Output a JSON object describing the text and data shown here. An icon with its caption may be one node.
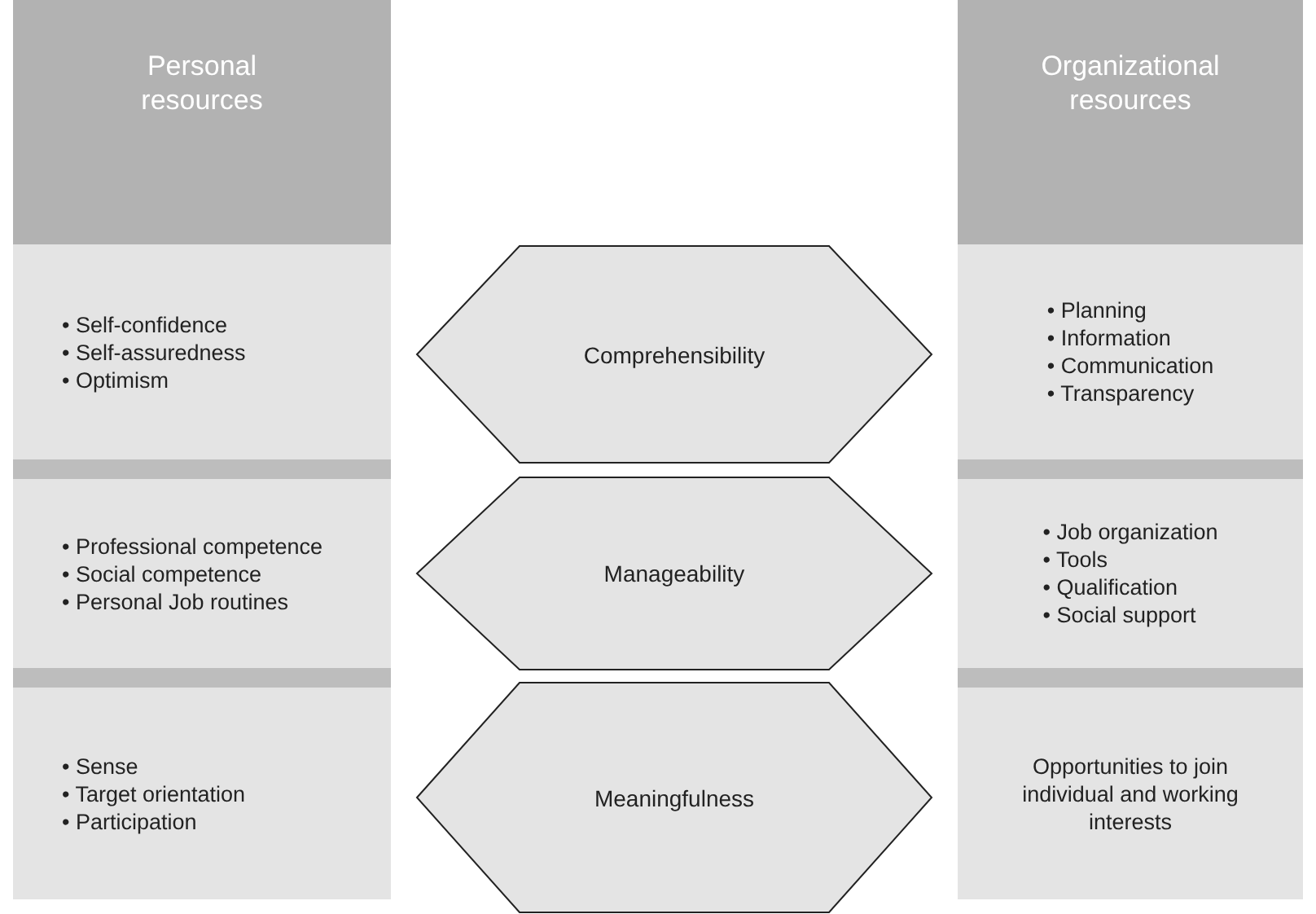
{
  "diagram": {
    "nodes": [
      {
        "text": [
          "Personal resources"
        ]
      },
      {
        "text": [
          "Organizational resources"
        ]
      },
      {
        "text": [
          "• Self-confidence",
          "• Self-assuredness",
          "• Optimism"
        ]
      },
      {
        "text": [
          "Comprehensibility"
        ]
      },
      {
        "text": [
          "• Planning",
          "• Information",
          "• Communication",
          "• Transparency"
        ]
      },
      {
        "text": [
          "• Professional competence",
          "• Social competence",
          "• Personal Job routines"
        ]
      },
      {
        "text": [
          "Manageability"
        ]
      },
      {
        "text": [
          "• Job organization",
          "• Tools",
          "• Qualification",
          "• Social support"
        ]
      },
      {
        "text": [
          "• Sense",
          "• Target orientation",
          "• Participation"
        ]
      },
      {
        "text": [
          "Meaningfulness"
        ]
      },
      {
        "text": [
          "Opportunities to join individual and working interests"
        ]
      }
    ]
  }
}
